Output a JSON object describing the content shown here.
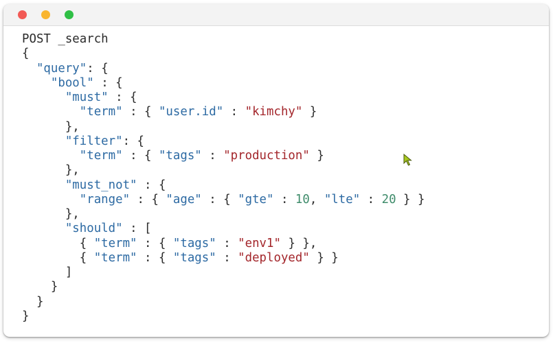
{
  "window": {
    "buttons": [
      "close",
      "minimize",
      "maximize"
    ],
    "colors": {
      "close": "#f25a55",
      "minimize": "#f9b52f",
      "maximize": "#2fbf45"
    }
  },
  "code": {
    "colors": {
      "key": "#2d6aa3",
      "string": "#a3262b",
      "number": "#3f8c6b",
      "punct": "#2b2b2b"
    },
    "lines": [
      [
        [
          "p",
          "POST _search"
        ]
      ],
      [
        [
          "p",
          "{"
        ]
      ],
      [
        [
          "p",
          "  "
        ],
        [
          "k",
          "\"query\""
        ],
        [
          "p",
          ": {"
        ]
      ],
      [
        [
          "p",
          "    "
        ],
        [
          "k",
          "\"bool\""
        ],
        [
          "p",
          " : {"
        ]
      ],
      [
        [
          "p",
          "      "
        ],
        [
          "k",
          "\"must\""
        ],
        [
          "p",
          " : {"
        ]
      ],
      [
        [
          "p",
          "        "
        ],
        [
          "k",
          "\"term\""
        ],
        [
          "p",
          " : { "
        ],
        [
          "k",
          "\"user.id\""
        ],
        [
          "p",
          " : "
        ],
        [
          "s",
          "\"kimchy\""
        ],
        [
          "p",
          " }"
        ]
      ],
      [
        [
          "p",
          "      },"
        ]
      ],
      [
        [
          "p",
          "      "
        ],
        [
          "k",
          "\"filter\""
        ],
        [
          "p",
          ": {"
        ]
      ],
      [
        [
          "p",
          "        "
        ],
        [
          "k",
          "\"term\""
        ],
        [
          "p",
          " : { "
        ],
        [
          "k",
          "\"tags\""
        ],
        [
          "p",
          " : "
        ],
        [
          "s",
          "\"production\""
        ],
        [
          "p",
          " }"
        ]
      ],
      [
        [
          "p",
          "      },"
        ]
      ],
      [
        [
          "p",
          "      "
        ],
        [
          "k",
          "\"must_not\""
        ],
        [
          "p",
          " : {"
        ]
      ],
      [
        [
          "p",
          "        "
        ],
        [
          "k",
          "\"range\""
        ],
        [
          "p",
          " : { "
        ],
        [
          "k",
          "\"age\""
        ],
        [
          "p",
          " : { "
        ],
        [
          "k",
          "\"gte\""
        ],
        [
          "p",
          " : "
        ],
        [
          "n",
          "10"
        ],
        [
          "p",
          ", "
        ],
        [
          "k",
          "\"lte\""
        ],
        [
          "p",
          " : "
        ],
        [
          "n",
          "20"
        ],
        [
          "p",
          " } }"
        ]
      ],
      [
        [
          "p",
          "      },"
        ]
      ],
      [
        [
          "p",
          "      "
        ],
        [
          "k",
          "\"should\""
        ],
        [
          "p",
          " : ["
        ]
      ],
      [
        [
          "p",
          "        { "
        ],
        [
          "k",
          "\"term\""
        ],
        [
          "p",
          " : { "
        ],
        [
          "k",
          "\"tags\""
        ],
        [
          "p",
          " : "
        ],
        [
          "s",
          "\"env1\""
        ],
        [
          "p",
          " } },"
        ]
      ],
      [
        [
          "p",
          "        { "
        ],
        [
          "k",
          "\"term\""
        ],
        [
          "p",
          " : { "
        ],
        [
          "k",
          "\"tags\""
        ],
        [
          "p",
          " : "
        ],
        [
          "s",
          "\"deployed\""
        ],
        [
          "p",
          " } }"
        ]
      ],
      [
        [
          "p",
          "      ]"
        ]
      ],
      [
        [
          "p",
          "    }"
        ]
      ],
      [
        [
          "p",
          "  }"
        ]
      ],
      [
        [
          "p",
          "}"
        ]
      ]
    ]
  }
}
